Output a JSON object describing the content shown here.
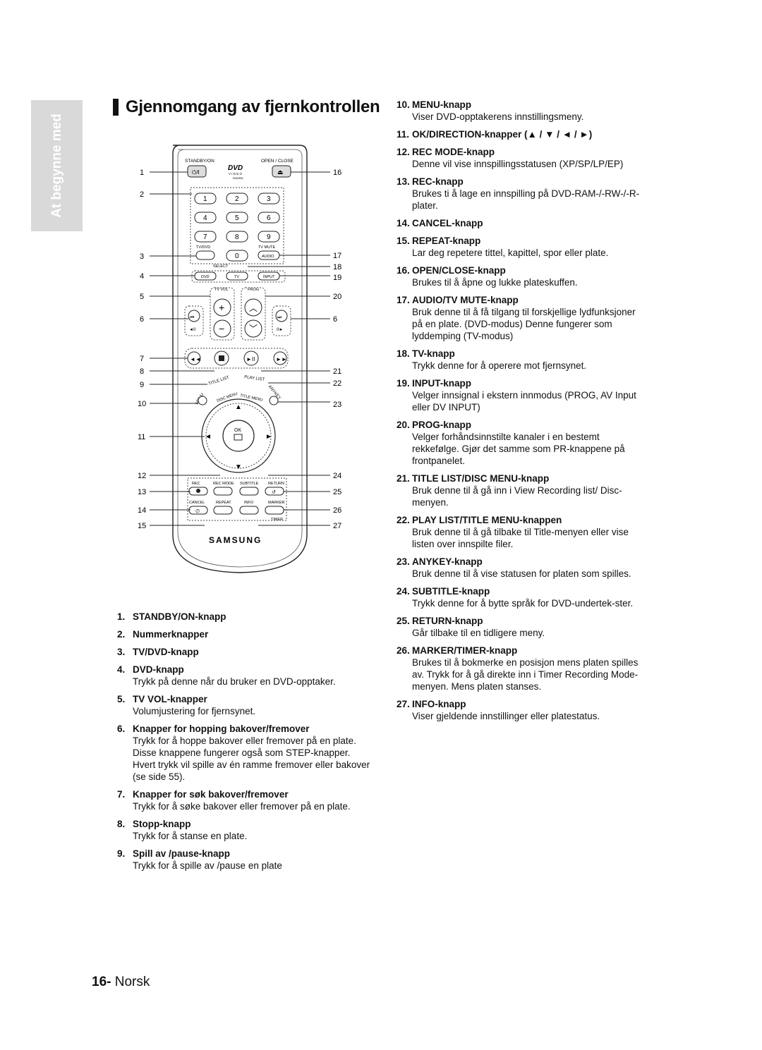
{
  "side_tab": {
    "label": "At begynne med"
  },
  "title": "Gjennomgang av fjernkontrollen",
  "remote": {
    "standby_label": "STANDBY/ON",
    "open_close_label": "OPEN / CLOSE",
    "dvd_logo": "DVD",
    "dvd_logo_sub": "V I D E O",
    "dvd_logo_sub2": "RAM/RW",
    "num_keys": [
      "1",
      "2",
      "3",
      "4",
      "5",
      "6",
      "7",
      "8",
      "9",
      "0"
    ],
    "tvdvd_label": "TV/DVD",
    "tv_mute_label": "TV MUTE",
    "audio_label": "AUDIO",
    "select_label": "SELECT",
    "dvd_key": "DVD",
    "tv_key": "TV",
    "input_key": "INPUT",
    "tv_vol_label": "TV VOL",
    "prog_label": "PROG",
    "plus_label": "+",
    "minus_label": "−",
    "title_list_label": "TITLE LIST",
    "play_list_label": "PLAY LIST",
    "menu_label": "MENU",
    "anykey_label": "ANYKEY",
    "disc_menu_label": "DISC MENU",
    "title_menu_label": "TITLE MENU",
    "ok_label": "OK",
    "rec_label": "REC",
    "rec_mode_label": "REC MODE",
    "subtitle_label": "SUBTITLE",
    "return_label": "RETURN",
    "cancel_label": "CANCEL",
    "repeat_label": "REPEAT",
    "info_label": "INFO",
    "marker_label": "MARKER",
    "timer_label": "TIMER",
    "brand": "SAMSUNG",
    "callouts_left": [
      "1",
      "2",
      "3",
      "4",
      "5",
      "6",
      "7",
      "8",
      "9",
      "10",
      "11",
      "12",
      "13",
      "14",
      "15"
    ],
    "callouts_right": [
      "16",
      "17",
      "18",
      "19",
      "20",
      "6",
      "21",
      "22",
      "23",
      "24",
      "25",
      "26",
      "27"
    ]
  },
  "left_list": [
    {
      "num": "1.",
      "head": "STANDBY/ON-knapp",
      "desc": ""
    },
    {
      "num": "2.",
      "head": "Nummerknapper",
      "desc": ""
    },
    {
      "num": "3.",
      "head": "TV/DVD-knapp",
      "desc": ""
    },
    {
      "num": "4.",
      "head": "DVD-knapp",
      "desc": "Trykk på denne når du bruker en DVD-opptaker."
    },
    {
      "num": "5.",
      "head": "TV VOL-knapper",
      "desc": "Volumjustering for fjernsynet."
    },
    {
      "num": "6.",
      "head": "Knapper for hopping bakover/fremover",
      "desc": "Trykk for å hoppe bakover eller fremover på en plate. Disse knappene fungerer også som STEP-knapper. Hvert trykk vil spille av én ramme fremover eller bakover (se side 55)."
    },
    {
      "num": "7.",
      "head": "Knapper for søk bakover/fremover",
      "desc": "Trykk for å søke bakover eller fremover på en plate."
    },
    {
      "num": "8.",
      "head": "Stopp-knapp",
      "desc": "Trykk for å stanse en plate."
    },
    {
      "num": "9.",
      "head": "Spill av /pause-knapp",
      "desc": "Trykk for å spille av /pause en plate"
    }
  ],
  "right_list": [
    {
      "num": "10.",
      "head": "MENU-knapp",
      "desc": "Viser DVD-opptakerens innstillingsmeny."
    },
    {
      "num": "11.",
      "head": "OK/DIRECTION-knapper (▲ / ▼ / ◄ / ►)",
      "desc": ""
    },
    {
      "num": "12.",
      "head": "REC MODE-knapp",
      "desc": "Denne vil vise innspillingsstatusen (XP/SP/LP/EP)"
    },
    {
      "num": "13.",
      "head": "REC-knapp",
      "desc": "Brukes ti å lage en innspilling på DVD-RAM-/-RW-/-R-plater."
    },
    {
      "num": "14.",
      "head": "CANCEL-knapp",
      "desc": ""
    },
    {
      "num": "15.",
      "head": "REPEAT-knapp",
      "desc": "Lar deg repetere tittel, kapittel, spor eller plate."
    },
    {
      "num": "16.",
      "head": "OPEN/CLOSE-knapp",
      "desc": "Brukes til å åpne og lukke plateskuffen."
    },
    {
      "num": "17.",
      "head": "AUDIO/TV MUTE-knapp",
      "desc": "Bruk denne til å få tilgang til forskjellige lydfunksjoner på en plate. (DVD-modus) Denne fungerer som lyddemping (TV-modus)"
    },
    {
      "num": "18.",
      "head": "TV-knapp",
      "desc": "Trykk denne for å operere mot fjernsynet."
    },
    {
      "num": "19.",
      "head": "INPUT-knapp",
      "desc": "Velger innsignal i ekstern innmodus (PROG, AV Input eller DV INPUT)"
    },
    {
      "num": "20.",
      "head": "PROG-knapp",
      "desc": "Velger forhåndsinnstilte kanaler i en bestemt rekkefølge. Gjør det samme som PR-knappene på frontpanelet."
    },
    {
      "num": "21.",
      "head": "TITLE LIST/DISC MENU-knapp",
      "desc": "Bruk denne til å gå inn i View Recording list/ Disc-menyen."
    },
    {
      "num": "22.",
      "head": "PLAY LIST/TITLE MENU-knappen",
      "desc": "Bruk denne til å gå tilbake til Title-menyen eller vise listen over innspilte filer."
    },
    {
      "num": "23.",
      "head": "ANYKEY-knapp",
      "desc": "Bruk denne til å vise statusen for platen som spilles."
    },
    {
      "num": "24.",
      "head": "SUBTITLE-knapp",
      "desc": "Trykk denne for å bytte språk for DVD-undertek-ster."
    },
    {
      "num": "25.",
      "head": "RETURN-knapp",
      "desc": "Går tilbake til en tidligere meny."
    },
    {
      "num": "26.",
      "head": "MARKER/TIMER-knapp",
      "desc": "Brukes til å bokmerke en posisjon mens platen spilles av. Trykk for å gå direkte inn i Timer Recording Mode-menyen. Mens platen stanses."
    },
    {
      "num": "27.",
      "head": "INFO-knapp",
      "desc": "Viser gjeldende innstillinger eller platestatus."
    }
  ],
  "footer": {
    "page": "16-",
    "lang": "Norsk"
  }
}
